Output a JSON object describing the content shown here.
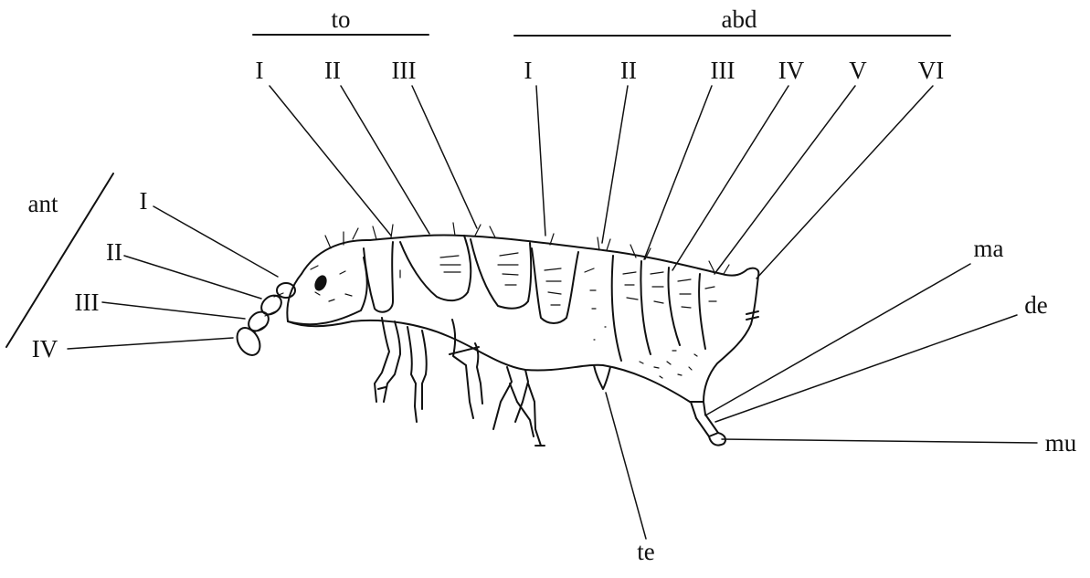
{
  "groups": {
    "thorax": {
      "label": "to",
      "segments": [
        "I",
        "II",
        "III"
      ]
    },
    "abdomen": {
      "label": "abd",
      "segments": [
        "I",
        "II",
        "III",
        "IV",
        "V",
        "VI"
      ]
    },
    "antenna": {
      "label": "ant",
      "segments": [
        "I",
        "II",
        "III",
        "IV"
      ]
    }
  },
  "labels": {
    "manubrium": "ma",
    "dens": "de",
    "mucro": "mu",
    "tenaculum": "te"
  }
}
